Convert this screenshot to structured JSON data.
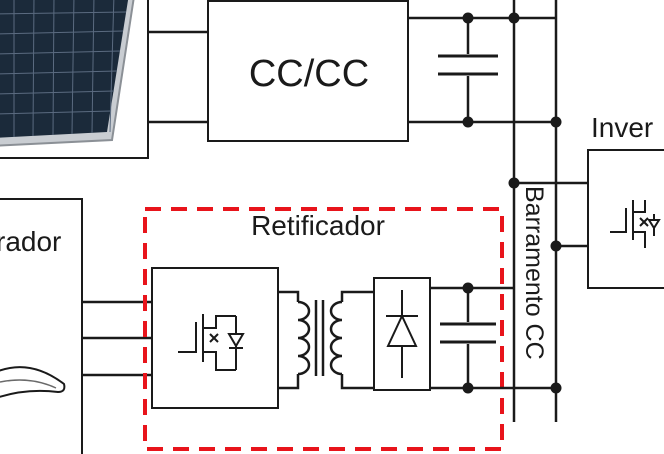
{
  "labels": {
    "dcdc": "CC/CC",
    "inverter": "Inver",
    "generator": "rador",
    "rectifier": "Retificador",
    "bus": "Barramento CC"
  },
  "colors": {
    "line": "#1a1a1a",
    "dashed_box": "#e8141b",
    "panel_frame": "#9aa0a6",
    "panel_cell": "#1b2a3a"
  },
  "icons": [
    "solar-panel-icon",
    "mosfet-icon",
    "diode-icon",
    "transformer-icon",
    "capacitor-icon",
    "wind-turbine-blade-icon"
  ]
}
